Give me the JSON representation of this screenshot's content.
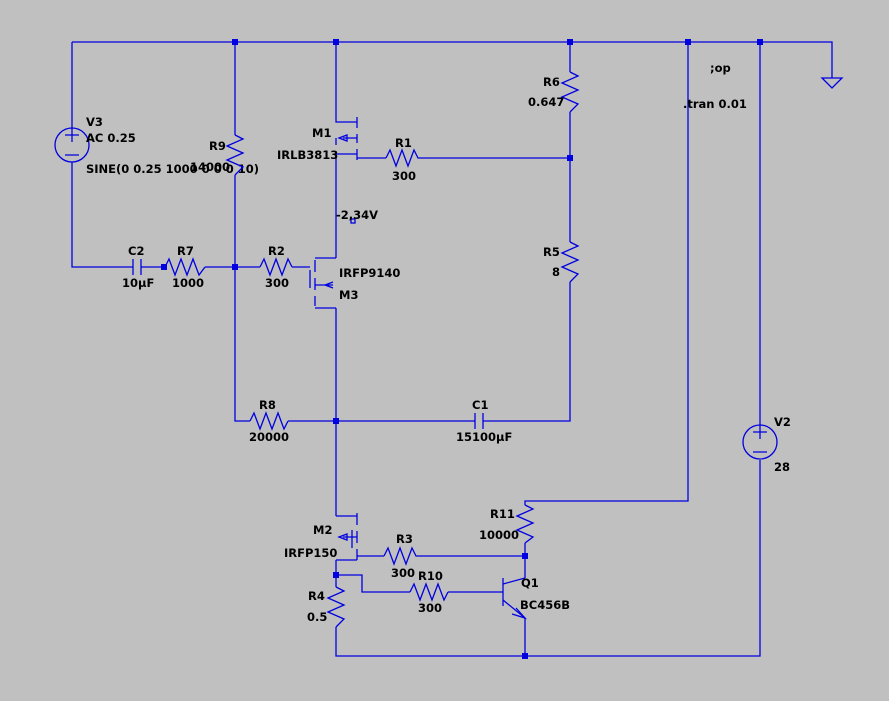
{
  "components": {
    "V3": {
      "ref": "V3",
      "value": "AC 0.25",
      "extra": "SINE(0 0.25 1000 0 0 0 10)"
    },
    "V2": {
      "ref": "V2",
      "value": "28"
    },
    "R9": {
      "ref": "R9",
      "value": "14000"
    },
    "M1": {
      "ref": "M1",
      "value": "IRLB3813"
    },
    "R1": {
      "ref": "R1",
      "value": "300"
    },
    "R6": {
      "ref": "R6",
      "value": "0.647"
    },
    "R5": {
      "ref": "R5",
      "value": "8"
    },
    "C2": {
      "ref": "C2",
      "value": "10µF"
    },
    "R7": {
      "ref": "R7",
      "value": "1000"
    },
    "R2": {
      "ref": "R2",
      "value": "300"
    },
    "M3": {
      "ref": "M3",
      "value": "IRFP9140"
    },
    "R8": {
      "ref": "R8",
      "value": "20000"
    },
    "C1": {
      "ref": "C1",
      "value": "15100µF"
    },
    "M2": {
      "ref": "M2",
      "value": "IRFP150"
    },
    "R3": {
      "ref": "R3",
      "value": "300"
    },
    "R10": {
      "ref": "R10",
      "value": "300"
    },
    "R11": {
      "ref": "R11",
      "value": "10000"
    },
    "R4": {
      "ref": "R4",
      "value": "0.5"
    },
    "Q1": {
      "ref": "Q1",
      "value": "BC456B"
    }
  },
  "directives": {
    "op": ";op",
    "tran": ".tran 0.01"
  },
  "node_label": "-2,34V",
  "colors": {
    "background": "#c0c0c0",
    "wire": "#0000e0",
    "text": "#000000"
  }
}
